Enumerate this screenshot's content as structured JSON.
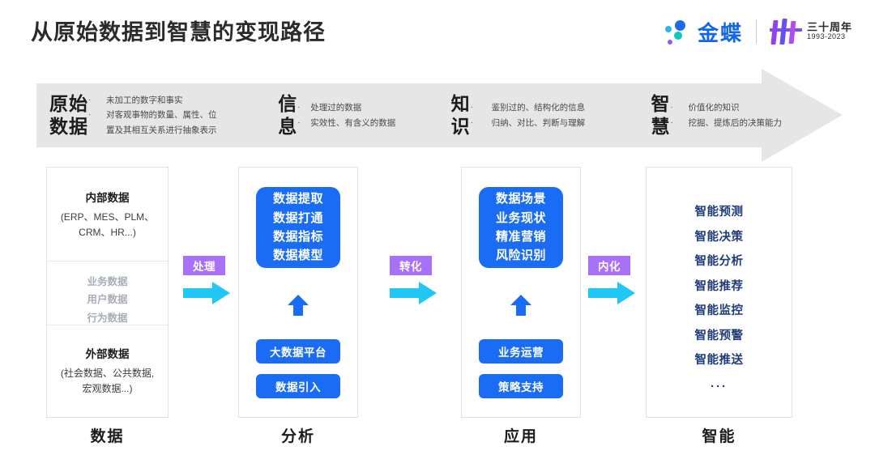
{
  "header": {
    "title": "从原始数据到智慧的变现路径",
    "brand": {
      "name": "金蝶",
      "anniversary_top": "三十周年",
      "anniversary_bottom": "1993-2023"
    }
  },
  "banner": {
    "bullet_char": "·",
    "stages": [
      {
        "head": "原始\n数据",
        "bullets": [
          "未加工的数字和事实",
          "对客观事物的数量、属性、位\n置及其相互关系进行抽象表示"
        ]
      },
      {
        "head": "信\n息",
        "bullets": [
          "处理过的数据",
          "实效性、有含义的数据"
        ]
      },
      {
        "head": "知\n识",
        "bullets": [
          "鉴别过的、结构化的信息",
          "归纳、对比、判断与理解"
        ]
      },
      {
        "head": "智\n慧",
        "bullets": [
          "价值化的知识",
          "挖掘、提炼后的决策能力"
        ]
      }
    ]
  },
  "columns": {
    "data": {
      "footer_label": "数据",
      "internal_title": "内部数据",
      "internal_sub": "(ERP、MES、PLM、\nCRM、HR...)",
      "middle_lines": [
        "业务数据",
        "用户数据",
        "行为数据"
      ],
      "external_title": "外部数据",
      "external_sub": "(社会数据、公共数据,\n宏观数据...)"
    },
    "analysis": {
      "footer_label": "分析",
      "main_box": "数据提取\n数据打通\n数据指标\n数据模型",
      "pill_a": "大数据平台",
      "pill_b": "数据引入"
    },
    "application": {
      "footer_label": "应用",
      "main_box": "数据场景\n业务现状\n精准营销\n风险识别",
      "pill_a": "业务运营",
      "pill_b": "策略支持"
    },
    "intelligence": {
      "footer_label": "智能",
      "items": [
        "智能预测",
        "智能决策",
        "智能分析",
        "智能推荐",
        "智能监控",
        "智能预警",
        "智能推送"
      ],
      "ellipsis": "···"
    }
  },
  "connectors": [
    {
      "label": "处理"
    },
    {
      "label": "转化"
    },
    {
      "label": "内化"
    }
  ],
  "colors": {
    "blue": "#1a6cf5",
    "cyan_arrow": "#1fc8f5",
    "purple_badge": "#a971f8",
    "banner_gray": "#e6e6e6",
    "navy_text": "#1f3c7a",
    "gray_text": "#a7adb6"
  }
}
